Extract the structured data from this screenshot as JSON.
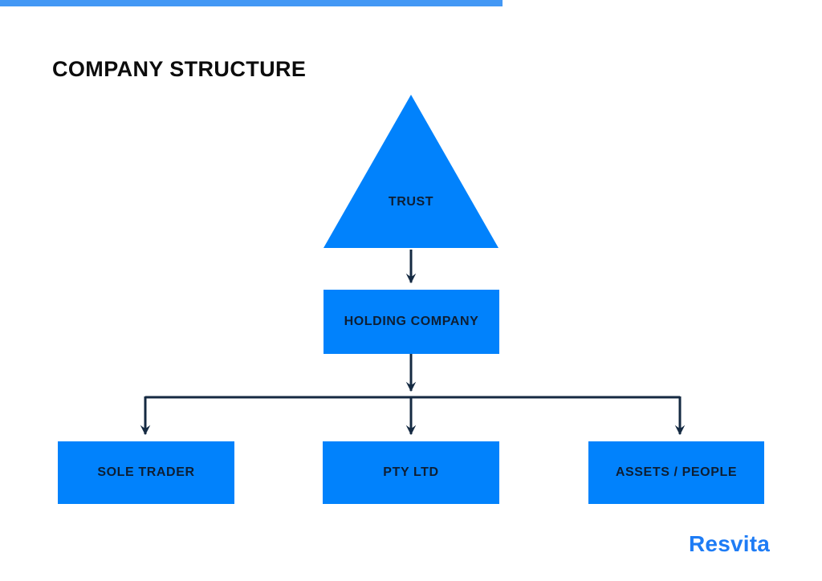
{
  "header": {
    "title": "COMPANY STRUCTURE",
    "line_color": "#4398f5",
    "title_color": "#0c0c0c"
  },
  "diagram": {
    "shape_color": "#0182fc",
    "connector_color": "#152a42",
    "label_color": "#0e1e33",
    "nodes": {
      "trust": {
        "label": "TRUST",
        "shape": "triangle"
      },
      "holding": {
        "label": "HOLDING COMPANY",
        "shape": "rect"
      },
      "sole_trader": {
        "label": "SOLE TRADER",
        "shape": "rect"
      },
      "pty_ltd": {
        "label": "PTY LTD",
        "shape": "rect"
      },
      "assets_people": {
        "label": "ASSETS / PEOPLE",
        "shape": "rect"
      }
    },
    "edges": [
      {
        "from": "trust",
        "to": "holding"
      },
      {
        "from": "holding",
        "to": "sole_trader"
      },
      {
        "from": "holding",
        "to": "pty_ltd"
      },
      {
        "from": "holding",
        "to": "assets_people"
      }
    ]
  },
  "footer": {
    "brand": "Resvita",
    "brand_color": "#1e7cf5"
  }
}
